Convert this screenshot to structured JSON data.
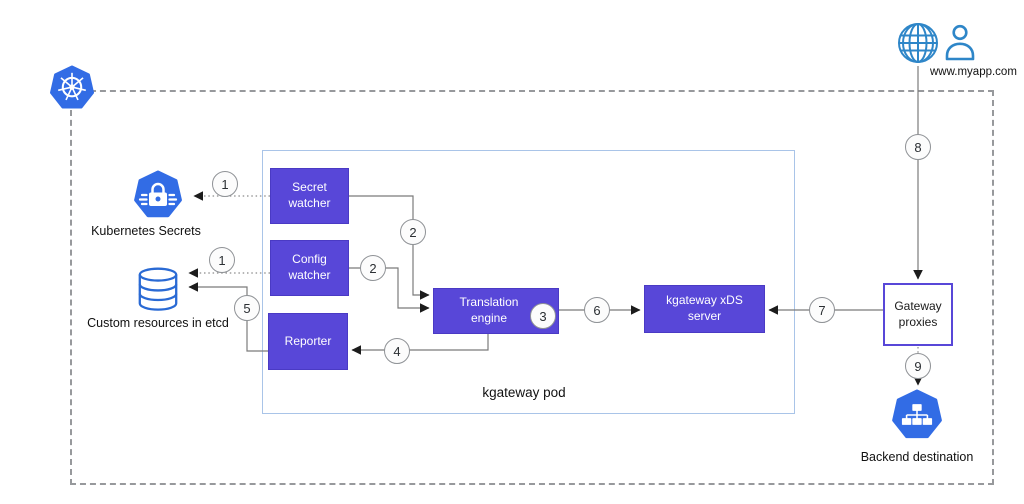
{
  "external_client": {
    "url": "www.myapp.com",
    "icons": [
      "globe-icon",
      "person-icon"
    ]
  },
  "cluster": {
    "pod_label": "kgateway pod",
    "nodes": {
      "secret_watcher": {
        "label": "Secret watcher"
      },
      "config_watcher": {
        "label": "Config watcher"
      },
      "reporter": {
        "label": "Reporter"
      },
      "translation_engine": {
        "label": "Translation engine"
      },
      "xds_server": {
        "label": "kgateway xDS server"
      },
      "gateway_proxies": {
        "label": "Gateway proxies"
      }
    },
    "resources": {
      "kubernetes_secrets": {
        "label": "Kubernetes Secrets",
        "icon": "kubernetes-secret-lock-icon"
      },
      "custom_resources": {
        "label": "Custom resources in etcd",
        "icon": "database-cylinder-icon"
      },
      "backend_destination": {
        "label": "Backend destination",
        "icon": "sitemap-network-icon"
      }
    },
    "logo": "kubernetes-logo"
  },
  "step_badges": [
    "1",
    "1",
    "2",
    "2",
    "3",
    "4",
    "5",
    "6",
    "7",
    "8",
    "9"
  ],
  "colors": {
    "node_purple": "#5847d8",
    "kubernetes_blue": "#326ce5",
    "outline_icon_blue": "#2e86c8",
    "cylinder_blue": "#2a6ad4",
    "line_gray": "#7b7b7b",
    "pod_border_blue": "#a9c4e8",
    "cluster_dash_gray": "#97999c"
  }
}
